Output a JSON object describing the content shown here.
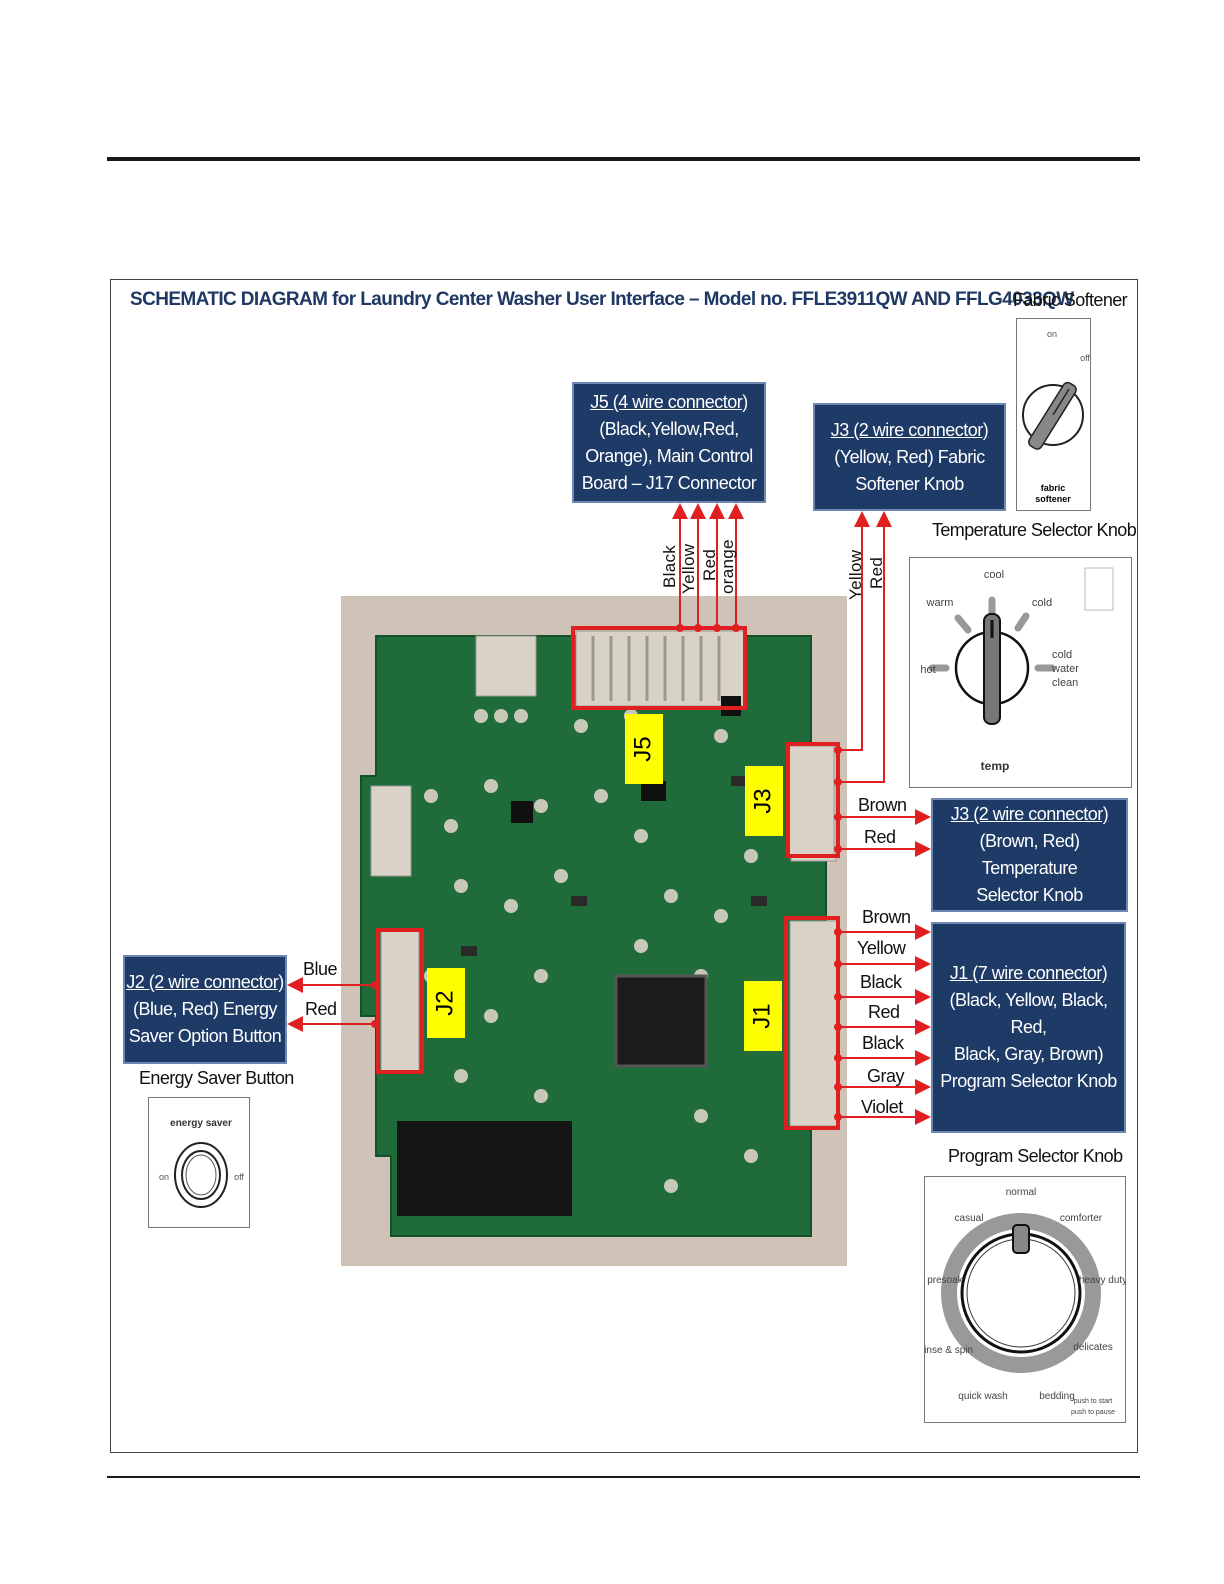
{
  "title": "SCHEMATIC DIAGRAM  for Laundry Center Washer User Interface  – Model no. FFLE3911QW AND FFLG4033QW",
  "connectors": {
    "j5": {
      "line1": "J5 (4 wire connector)",
      "line2": "(Black,Yellow,Red,",
      "line3": "Orange), Main Control",
      "line4": "Board – J17 Connector"
    },
    "j3_fabric": {
      "line1": "J3 (2 wire connector)",
      "line2": "(Yellow, Red) Fabric",
      "line3": "Softener Knob"
    },
    "j3_temp": {
      "line1": "J3 (2 wire connector)",
      "line2": "(Brown, Red) Temperature",
      "line3": "Selector Knob"
    },
    "j1": {
      "line1": "J1 (7 wire connector)",
      "line2": "(Black, Yellow, Black, Red,",
      "line3": "Black, Gray, Brown)",
      "line4": "Program Selector Knob"
    },
    "j2": {
      "line1": "J2 (2 wire connector)",
      "line2": "(Blue, Red) Energy",
      "line3": "Saver Option Button"
    }
  },
  "wires": {
    "j5": [
      "Black",
      "Yellow",
      "Red",
      "orange"
    ],
    "j3_fabric": [
      "Yellow",
      "Red"
    ],
    "j3_temp": [
      "Brown",
      "Red"
    ],
    "j1": [
      "Brown",
      "Yellow",
      "Black",
      "Red",
      "Black",
      "Gray",
      "Violet"
    ],
    "j2": [
      "Blue",
      "Red"
    ]
  },
  "board_labels": {
    "j5": "J5",
    "j3": "J3",
    "j2": "J2",
    "j1": "J1"
  },
  "fabric_softener": {
    "caption": "Fabric Softener",
    "on": "on",
    "off": "off",
    "label1": "fabric",
    "label2": "softener"
  },
  "temperature_knob": {
    "caption": "Temperature Selector Knob",
    "cool": "cool",
    "warm": "warm",
    "cold": "cold",
    "hot": "hot",
    "cwc1": "cold",
    "cwc2": "water",
    "cwc3": "clean",
    "label": "temp"
  },
  "energy_saver": {
    "caption": "Energy Saver Button",
    "label": "energy saver",
    "on": "on",
    "off": "off"
  },
  "program_knob": {
    "caption": "Program Selector Knob",
    "normal": "normal",
    "comforter": "comforter",
    "heavy_duty": "heavy duty",
    "delicates": "delicates",
    "bedding": "bedding",
    "quick_wash": "quick wash",
    "rinse_spin": "rinse & spin",
    "presoak": "presoak",
    "casual": "casual",
    "push1": "push to start",
    "push2": "push to pause"
  },
  "colors": {
    "box": "#1e3a66",
    "arrow": "#e02020",
    "highlight": "#ffff00",
    "pcb": "#1f6b3a"
  }
}
